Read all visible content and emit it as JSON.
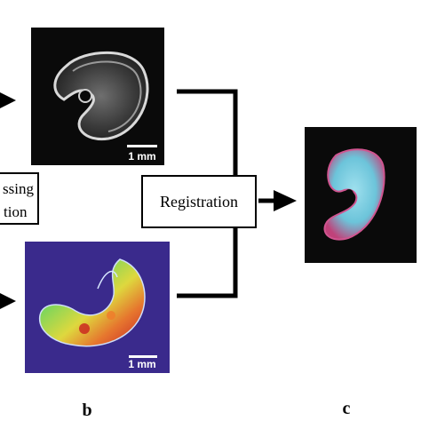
{
  "panels": {
    "top_image": {
      "scale_bar": "1 mm"
    },
    "bottom_image": {
      "scale_bar": "1 mm"
    }
  },
  "left_box": {
    "line1": "ssing",
    "line2": "tion"
  },
  "registration_box": {
    "label": "Registration"
  },
  "labels": {
    "b": "b",
    "c": "c"
  },
  "colors": {
    "line": "#000000",
    "dark_bg": "#0a0a0a",
    "bottom_bg": "#3a2a8c"
  }
}
